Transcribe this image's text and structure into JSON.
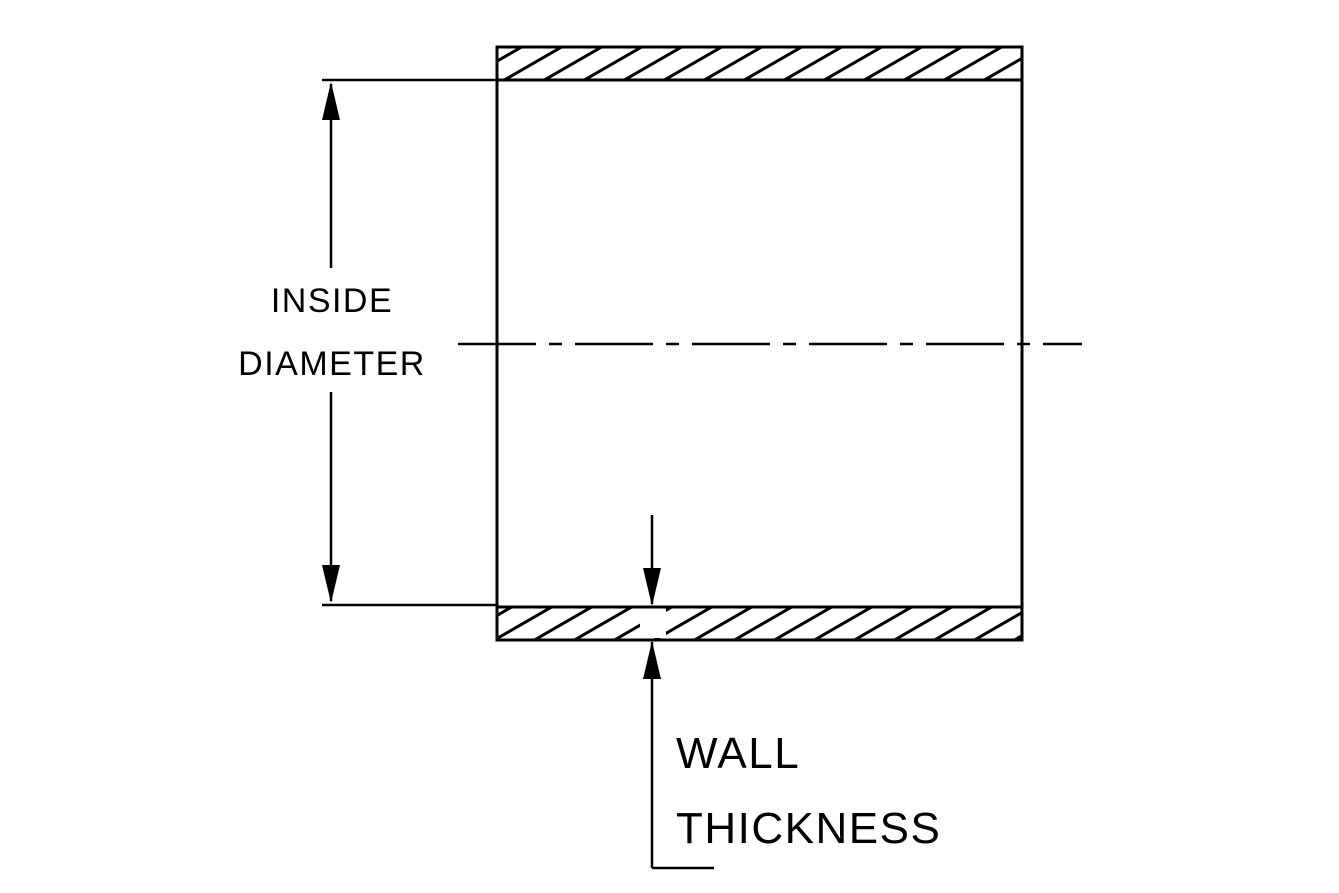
{
  "diagram": {
    "type": "engineering-cross-section",
    "subject": "hose-coupler-tube-section",
    "stroke_color": "#000000",
    "background_color": "#ffffff",
    "labels": {
      "inside_diameter_line1": "INSIDE",
      "inside_diameter_line2": "DIAMETER",
      "wall_thickness_line1": "WALL",
      "wall_thickness_line2": "THICKNESS"
    }
  }
}
